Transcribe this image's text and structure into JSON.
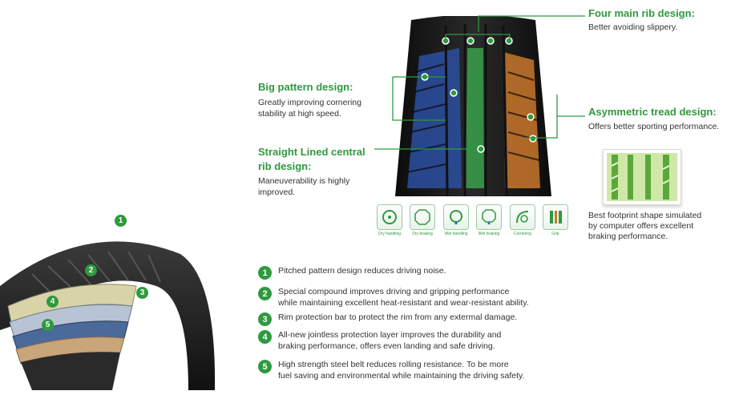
{
  "callouts": {
    "four_main_rib": {
      "title": "Four main rib design:",
      "desc": "Better avoiding slippery."
    },
    "big_pattern": {
      "title": "Big pattern design:",
      "desc_line1": "Greatly improving cornering",
      "desc_line2": "stability at high speed."
    },
    "asymmetric": {
      "title": "Asymmetric tread design:",
      "desc": "Offers better sporting performance."
    },
    "straight_lined": {
      "title_line1": "Straight Lined central",
      "title_line2": "rib design:",
      "desc_line1": "Maneuverability is highly",
      "desc_line2": "improved."
    },
    "footprint": {
      "line1": "Best footprint shape simulated",
      "line2": "by computer offers excellent",
      "line3": "braking performance."
    }
  },
  "performance_icons": [
    {
      "icon": "steering-wheel-icon",
      "label": "Dry handling"
    },
    {
      "icon": "stop-sign-icon",
      "label": "Dry braking"
    },
    {
      "icon": "wet-steering-icon",
      "label": "Wet handling"
    },
    {
      "icon": "wet-stop-icon",
      "label": "Wet braking"
    },
    {
      "icon": "cornering-icon",
      "label": "Cornering"
    },
    {
      "icon": "grip-icon",
      "label": "Grip"
    }
  ],
  "cross_section_markers": [
    "1",
    "2",
    "3",
    "4",
    "5"
  ],
  "features": [
    {
      "num": "1",
      "line1": "Pitched pattern design reduces driving noise.",
      "line2": ""
    },
    {
      "num": "2",
      "line1": "Special compound improves driving and gripping performance",
      "line2": "while maintaining excellent heat-resistant and wear-resistant ability."
    },
    {
      "num": "3",
      "line1": "Rim protection bar to protect the rim from any extermal damage.",
      "line2": ""
    },
    {
      "num": "4",
      "line1": "All-new jointless protection layer improves the durability and",
      "line2": "braking performance, offers even landing and safe driving."
    },
    {
      "num": "5",
      "line1": "High strength steel belt reduces rolling resistance.  To be more",
      "line2": "fuel saving and environmental while maintaining the driving safety."
    }
  ],
  "colors": {
    "accent_green": "#2e9a3e",
    "tread_blue": "#2c4fa0",
    "tread_green": "#3aa04a",
    "tread_orange": "#c9772a"
  }
}
